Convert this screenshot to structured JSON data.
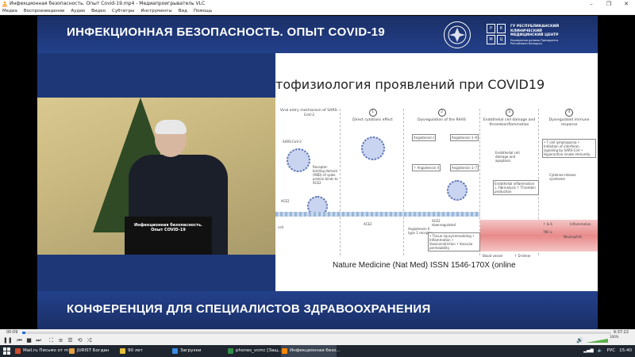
{
  "window": {
    "title": "Инфекционная безопасность. Опыт Covid-19.mp4 - Медиапроигрыватель VLC",
    "minimize": "–",
    "maximize": "❐",
    "close": "✕"
  },
  "menu": [
    "Медиа",
    "Воспроизведение",
    "Аудио",
    "Видео",
    "Субтитры",
    "Инструменты",
    "Вид",
    "Помощь"
  ],
  "video": {
    "banner_top": "ИНФЕКЦИОННАЯ БЕЗОПАСНОСТЬ. ОПЫТ COVID-19",
    "hospital_name": "ГУ РЕСПУБЛИКАНСКИЙ КЛИНИЧЕСКИЙ МЕДИЦИНСКИЙ ЦЕНТР",
    "hospital_sub": "Управления делами Президента Республики Беларусь",
    "hospital_grid": [
      "Р",
      "К",
      "М",
      "Ц"
    ],
    "podium_text": "Инфекционная безопасность. Опыт COVID-19",
    "slide": {
      "title": "тофизиология проявлений при COVID19",
      "panels": [
        {
          "num": "",
          "text": "Viral entry mechanism of SARS-CoV-2"
        },
        {
          "num": "1",
          "text": "Direct cytotoxic effect"
        },
        {
          "num": "2",
          "text": "Dysregulation of the RAAS"
        },
        {
          "num": "3",
          "text": "Endothelial cell damage and thromboinflammation"
        },
        {
          "num": "4",
          "text": "Dysregulated immune response"
        }
      ],
      "labels": {
        "sars": "SARS-CoV-2",
        "rbd": "Receptor-binding domain (RBD) of spike protein binds to ACE2",
        "ace2_a": "ACE2",
        "ace2_b": "ACE2",
        "ace2_down": "ACE2 downregulated",
        "ang1": "Angiotensin I",
        "ang19": "Angiotensin 1–9",
        "ang2": "↑ Angiotensin II",
        "ang17": "Angiotensin 1–7",
        "at1": "Angiotensin II type 1 receptor",
        "raas_effects": "• Tissue injury/remodeling • Inflammation • Vasoconstriction • Vascular permeability",
        "endo": "Endothelial cell damage and apoptosis",
        "endo_inflam": "Endothelial inflammation ↓ Fibrinolysis ↑ Thrombin production",
        "immune": "• T cell lymphopenia • Inhibition of interferon signaling by SARS-CoV • Hyperactive innate immunity",
        "cytokine": "Cytokine-release syndrome",
        "cell": "cell",
        "blood": "Blood vessel",
        "ddimer": "↑ D-dimer",
        "inflam": "Inflammation",
        "neutro": "Neutrophils",
        "il6": "↑ IL-6",
        "tnf": "TNF-α"
      },
      "citation": "Nature Medicine (Nat Med) ISSN 1546-170X (online"
    },
    "banner_bottom": "КОНФЕРЕНЦИЯ ДЛЯ СПЕЦИАЛИСТОВ ЗДРАВООХРАНЕНИЯ"
  },
  "playback": {
    "current_time": "00:09",
    "total_time": "9:37:22",
    "progress": 0.005,
    "volume_percent": "100%",
    "volume_level": 1.0
  },
  "taskbar": {
    "items": [
      {
        "label": "Mail.ru Письмо от m...",
        "color": "#d14b2d",
        "active": false
      },
      {
        "label": "JURIST Богдан",
        "color": "#e6a23c",
        "active": false
      },
      {
        "label": "90 лет",
        "color": "#e6c03c",
        "active": false
      },
      {
        "label": "Загрузки",
        "color": "#3c8de6",
        "active": false
      },
      {
        "label": "phones_vcmc [Защ...",
        "color": "#2f8f46",
        "active": false
      },
      {
        "label": "Инфекционная безо...",
        "color": "#ff8800",
        "active": true
      }
    ],
    "lang": "РУС",
    "clock": "15:40"
  },
  "colors": {
    "banner": "#1e3877",
    "accent": "#1e6fd9",
    "vlc_orange": "#ff8800"
  }
}
